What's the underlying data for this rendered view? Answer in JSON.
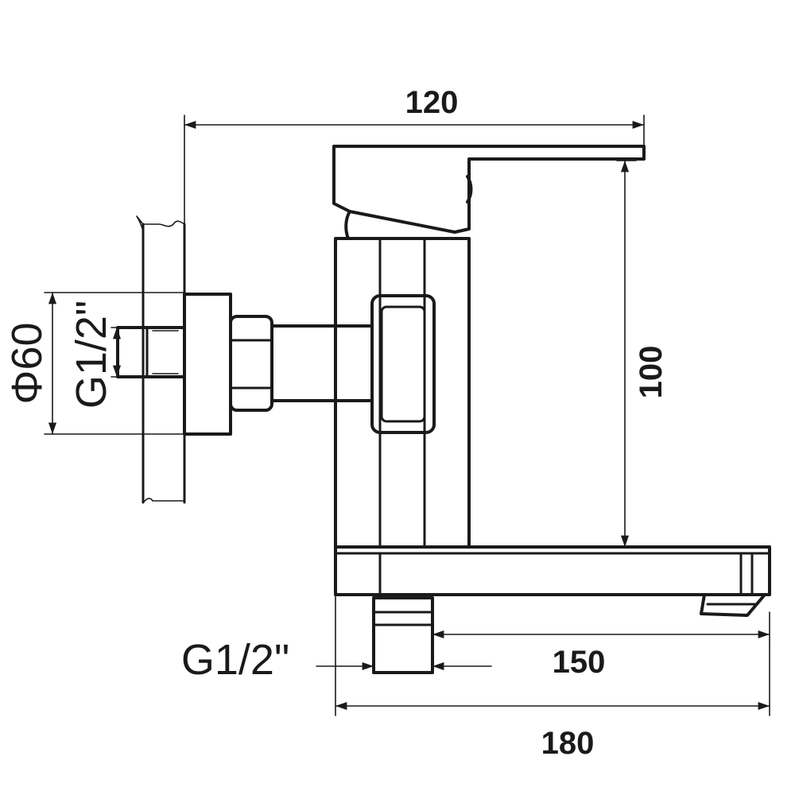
{
  "dimensions": {
    "width_top": "120",
    "height": "100",
    "outlet_length": "150",
    "overall_length": "180"
  },
  "annotations": {
    "flange_diameter": "Φ60",
    "wall_thread": "G1/2\"",
    "bottom_thread": "G1/2\""
  },
  "colors": {
    "line": "#1a1a1a",
    "background": "#ffffff"
  }
}
